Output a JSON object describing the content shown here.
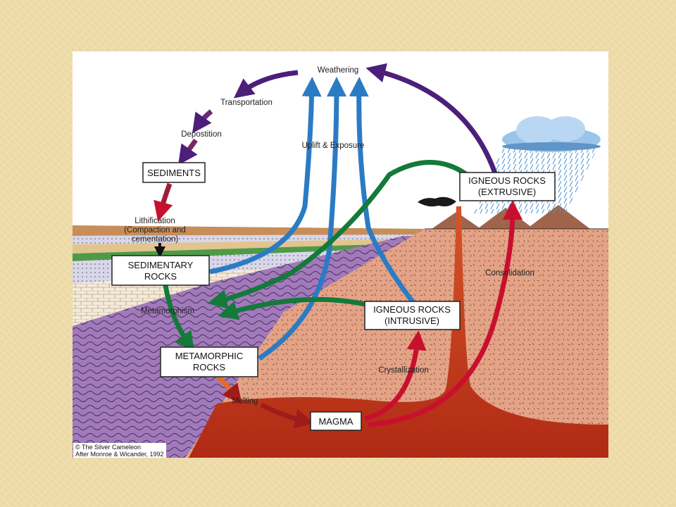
{
  "labels": {
    "weathering": "Weathering",
    "transportation": "Transportation",
    "deposition": "Depostition",
    "uplift": "Uplift & Exposure",
    "lithification_1": "Lithification",
    "lithification_2": "(Compaction and",
    "lithification_3": "cementation)",
    "metamorphism": "Metamorphism",
    "melting": "Melting",
    "crystallization": "Crystallization",
    "consolidation": "Consolidation"
  },
  "boxes": {
    "sediments": "SEDIMENTS",
    "sedimentary_1": "SEDIMENTARY",
    "sedimentary_2": "ROCKS",
    "metamorphic_1": "METAMORPHIC",
    "metamorphic_2": "ROCKS",
    "magma": "MAGMA",
    "igneous_intrusive_1": "IGNEOUS ROCKS",
    "igneous_intrusive_2": "(INTRUSIVE)",
    "igneous_extrusive_1": "IGNEOUS ROCKS",
    "igneous_extrusive_2": "(EXTRUSIVE)"
  },
  "credit": {
    "line1": "© The Silver Cameleon",
    "line2": "After Monroe & Wicander, 1992"
  },
  "colors": {
    "purple": "#4b1f7a",
    "blue": "#2b7bc4",
    "green": "#137a3a",
    "red": "#c8102e",
    "orange": "#e86a2a",
    "crust": "#e3a184",
    "magma": "#c2411e",
    "metamorphic": "#a883c0"
  }
}
